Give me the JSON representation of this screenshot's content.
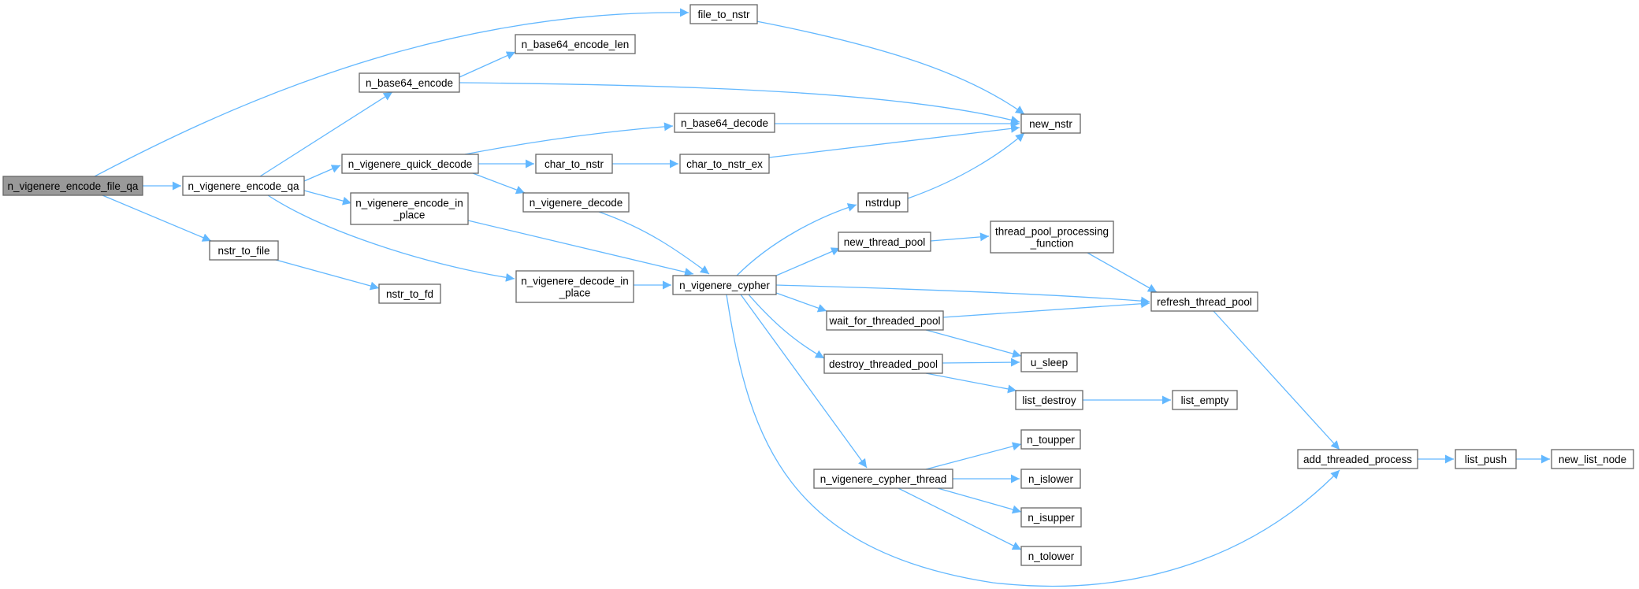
{
  "graph": {
    "root": "n_vigenere_encode_file_qa",
    "colors": {
      "edge": "#63b8ff",
      "root_fill": "#999999",
      "node_fill": "#ffffff",
      "node_border": "#666666"
    },
    "nodes": {
      "n_vigenere_encode_file_qa": [
        "n_vigenere_encode_file_qa"
      ],
      "n_vigenere_encode_qa": [
        "n_vigenere_encode_qa"
      ],
      "nstr_to_file": [
        "nstr_to_file"
      ],
      "nstr_to_fd": [
        "nstr_to_fd"
      ],
      "n_base64_encode": [
        "n_base64_encode"
      ],
      "n_base64_encode_len": [
        "n_base64_encode_len"
      ],
      "file_to_nstr": [
        "file_to_nstr"
      ],
      "new_nstr": [
        "new_nstr"
      ],
      "n_vigenere_quick_decode": [
        "n_vigenere_quick_decode"
      ],
      "n_vigenere_encode_in_place": [
        "n_vigenere_encode_in",
        "_place"
      ],
      "n_vigenere_decode_in_place": [
        "n_vigenere_decode_in",
        "_place"
      ],
      "n_base64_decode": [
        "n_base64_decode"
      ],
      "char_to_nstr": [
        "char_to_nstr"
      ],
      "char_to_nstr_ex": [
        "char_to_nstr_ex"
      ],
      "n_vigenere_decode": [
        "n_vigenere_decode"
      ],
      "n_vigenere_cypher": [
        "n_vigenere_cypher"
      ],
      "nstrdup": [
        "nstrdup"
      ],
      "new_thread_pool": [
        "new_thread_pool"
      ],
      "thread_pool_processing_function": [
        "thread_pool_processing",
        "_function"
      ],
      "wait_for_threaded_pool": [
        "wait_for_threaded_pool"
      ],
      "destroy_threaded_pool": [
        "destroy_threaded_pool"
      ],
      "n_vigenere_cypher_thread": [
        "n_vigenere_cypher_thread"
      ],
      "refresh_thread_pool": [
        "refresh_thread_pool"
      ],
      "u_sleep": [
        "u_sleep"
      ],
      "list_destroy": [
        "list_destroy"
      ],
      "list_empty": [
        "list_empty"
      ],
      "n_toupper": [
        "n_toupper"
      ],
      "n_islower": [
        "n_islower"
      ],
      "n_isupper": [
        "n_isupper"
      ],
      "n_tolower": [
        "n_tolower"
      ],
      "add_threaded_process": [
        "add_threaded_process"
      ],
      "list_push": [
        "list_push"
      ],
      "new_list_node": [
        "new_list_node"
      ]
    },
    "edges": [
      [
        "n_vigenere_encode_file_qa",
        "file_to_nstr"
      ],
      [
        "n_vigenere_encode_file_qa",
        "n_vigenere_encode_qa"
      ],
      [
        "n_vigenere_encode_file_qa",
        "nstr_to_file"
      ],
      [
        "nstr_to_file",
        "nstr_to_fd"
      ],
      [
        "n_vigenere_encode_qa",
        "n_base64_encode"
      ],
      [
        "n_vigenere_encode_qa",
        "n_vigenere_quick_decode"
      ],
      [
        "n_vigenere_encode_qa",
        "n_vigenere_encode_in_place"
      ],
      [
        "n_vigenere_encode_qa",
        "n_vigenere_decode_in_place"
      ],
      [
        "n_base64_encode",
        "n_base64_encode_len"
      ],
      [
        "n_base64_encode",
        "new_nstr"
      ],
      [
        "file_to_nstr",
        "new_nstr"
      ],
      [
        "n_vigenere_quick_decode",
        "n_base64_decode"
      ],
      [
        "n_vigenere_quick_decode",
        "char_to_nstr"
      ],
      [
        "n_vigenere_quick_decode",
        "n_vigenere_decode"
      ],
      [
        "n_base64_decode",
        "new_nstr"
      ],
      [
        "char_to_nstr",
        "char_to_nstr_ex"
      ],
      [
        "char_to_nstr_ex",
        "new_nstr"
      ],
      [
        "n_vigenere_decode",
        "n_vigenere_cypher"
      ],
      [
        "n_vigenere_encode_in_place",
        "n_vigenere_cypher"
      ],
      [
        "n_vigenere_decode_in_place",
        "n_vigenere_cypher"
      ],
      [
        "n_vigenere_cypher",
        "nstrdup"
      ],
      [
        "nstrdup",
        "new_nstr"
      ],
      [
        "n_vigenere_cypher",
        "new_thread_pool"
      ],
      [
        "new_thread_pool",
        "thread_pool_processing_function"
      ],
      [
        "thread_pool_processing_function",
        "refresh_thread_pool"
      ],
      [
        "n_vigenere_cypher",
        "refresh_thread_pool"
      ],
      [
        "n_vigenere_cypher",
        "wait_for_threaded_pool"
      ],
      [
        "wait_for_threaded_pool",
        "refresh_thread_pool"
      ],
      [
        "wait_for_threaded_pool",
        "u_sleep"
      ],
      [
        "n_vigenere_cypher",
        "destroy_threaded_pool"
      ],
      [
        "destroy_threaded_pool",
        "u_sleep"
      ],
      [
        "destroy_threaded_pool",
        "list_destroy"
      ],
      [
        "list_destroy",
        "list_empty"
      ],
      [
        "n_vigenere_cypher",
        "n_vigenere_cypher_thread"
      ],
      [
        "n_vigenere_cypher_thread",
        "n_toupper"
      ],
      [
        "n_vigenere_cypher_thread",
        "n_islower"
      ],
      [
        "n_vigenere_cypher_thread",
        "n_isupper"
      ],
      [
        "n_vigenere_cypher_thread",
        "n_tolower"
      ],
      [
        "n_vigenere_cypher",
        "add_threaded_process"
      ],
      [
        "refresh_thread_pool",
        "add_threaded_process"
      ],
      [
        "add_threaded_process",
        "list_push"
      ],
      [
        "list_push",
        "new_list_node"
      ]
    ]
  }
}
